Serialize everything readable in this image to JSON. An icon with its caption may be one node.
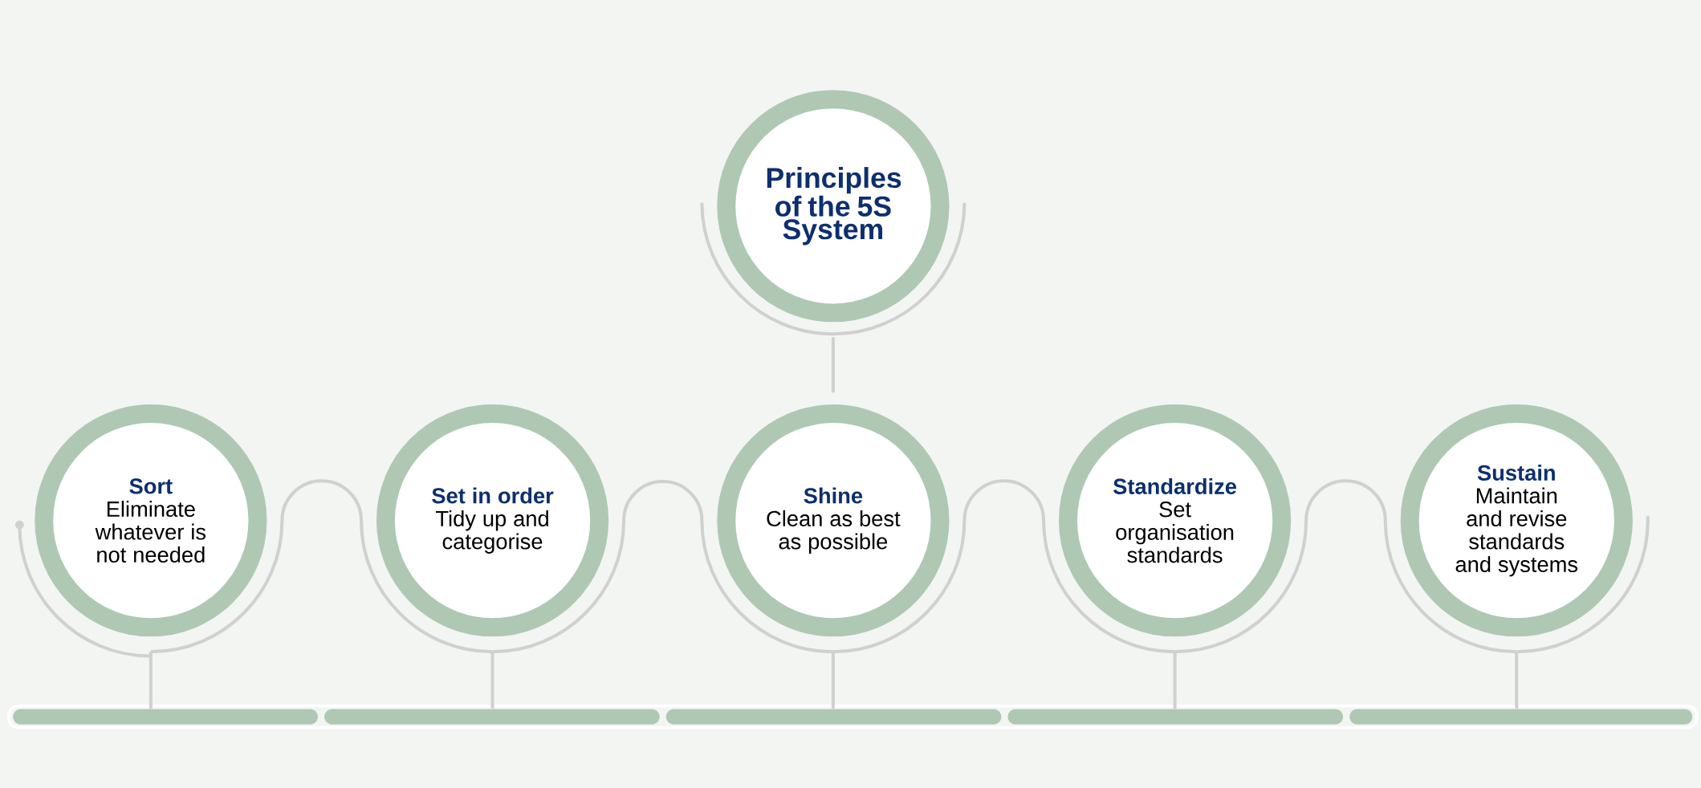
{
  "diagram": {
    "nodes": [
      {
        "text": [
          "Principles of the 5S System"
        ]
      },
      {
        "text": [
          "Sort",
          "Eliminate whatever is not needed"
        ]
      },
      {
        "text": [
          "Set in order",
          "Tidy up and categorise"
        ]
      },
      {
        "text": [
          "Shine",
          "Clean as best as possible"
        ]
      },
      {
        "text": [
          "Standardize",
          "Set organisation standards"
        ]
      },
      {
        "text": [
          "Sustain",
          "Maintain and revise standards and systems"
        ]
      },
      {
        "text": [],
        "shape": "bar"
      },
      {
        "text": [],
        "shape": "bar"
      },
      {
        "text": [],
        "shape": "bar"
      },
      {
        "text": [],
        "shape": "bar"
      },
      {
        "text": [],
        "shape": "bar"
      }
    ],
    "edges": [
      {
        "from": 0,
        "to": 3,
        "arrow": "none"
      },
      {
        "from": 1,
        "to": 2,
        "arrow": "none"
      },
      {
        "from": 2,
        "to": 3,
        "arrow": "none"
      },
      {
        "from": 3,
        "to": 4,
        "arrow": "none"
      },
      {
        "from": 4,
        "to": 5,
        "arrow": "none"
      },
      {
        "from": 1,
        "to": 6,
        "arrow": "none"
      },
      {
        "from": 2,
        "to": 7,
        "arrow": "none"
      },
      {
        "from": 3,
        "to": 8,
        "arrow": "none"
      },
      {
        "from": 4,
        "to": 9,
        "arrow": "none"
      },
      {
        "from": 5,
        "to": 10,
        "arrow": "none"
      }
    ]
  }
}
